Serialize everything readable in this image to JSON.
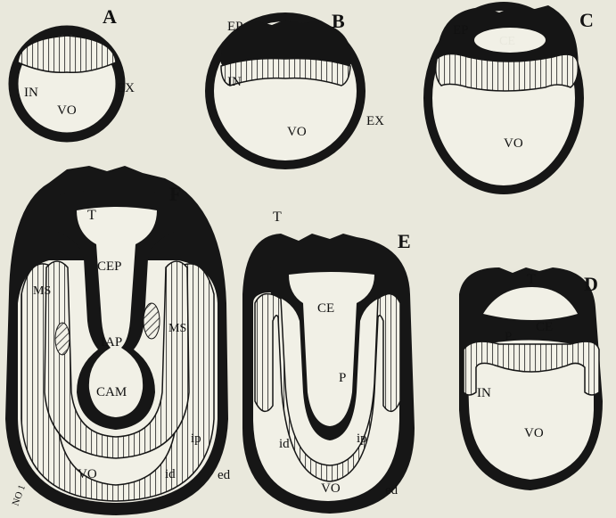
{
  "panels": {
    "A": {
      "letter": "A",
      "labels": {
        "in": "IN",
        "vo": "VO",
        "ex": "EX"
      }
    },
    "B": {
      "letter": "B",
      "labels": {
        "ep": "EP",
        "in": "IN",
        "vo": "VO",
        "ex": "EX"
      }
    },
    "C": {
      "letter": "C",
      "labels": {
        "ep": "EP",
        "ce": "CE",
        "vo": "VO"
      }
    },
    "D": {
      "letter": "D",
      "labels": {
        "t": "T",
        "p": "P",
        "ce": "CE",
        "in": "IN",
        "vo": "VO"
      }
    },
    "E": {
      "letter": "E",
      "labels": {
        "t": "T",
        "ce": "CE",
        "p": "P",
        "id": "id",
        "ip": "ip",
        "vo": "VO",
        "ed": "ed"
      }
    },
    "F": {
      "letter": "F",
      "labels": {
        "t": "T",
        "cep": "CEP",
        "ms_left": "MS",
        "ms_right": "MS",
        "iap": "IAP",
        "cam": "CAM",
        "ip": "ip",
        "vo": "VO",
        "id": "id",
        "ed": "ed",
        "note": "NO 1"
      }
    }
  }
}
